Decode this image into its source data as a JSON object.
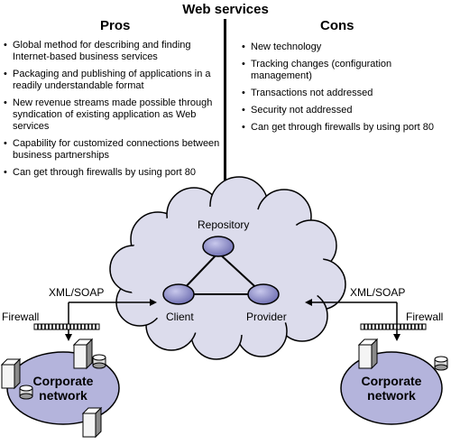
{
  "title": "Web services",
  "pros": {
    "heading": "Pros",
    "items": [
      "Global method for describing and finding Internet-based business services",
      "Packaging and publishing of applications in a readily understandable format",
      "New revenue streams made possible through syndication of existing application as Web services",
      "Capability for customized connections between business partnerships",
      "Can get through firewalls by using port 80"
    ]
  },
  "cons": {
    "heading": "Cons",
    "items": [
      "New technology",
      "Tracking changes (configuration management)",
      "Transactions not addressed",
      "Security not addressed",
      "Can get through firewalls by using port 80"
    ]
  },
  "diagram": {
    "repository": "Repository",
    "client": "Client",
    "provider": "Provider",
    "left_protocol": "XML/SOAP",
    "right_protocol": "XML/SOAP",
    "left_firewall": "Firewall",
    "right_firewall": "Firewall",
    "left_network_line1": "Corporate",
    "left_network_line2": "network",
    "right_network_line1": "Corporate",
    "right_network_line2": "network"
  },
  "colors": {
    "cloud_fill": "#dcdcec",
    "node_fill": "#8e8ec8",
    "network_fill": "#b4b4dc"
  }
}
